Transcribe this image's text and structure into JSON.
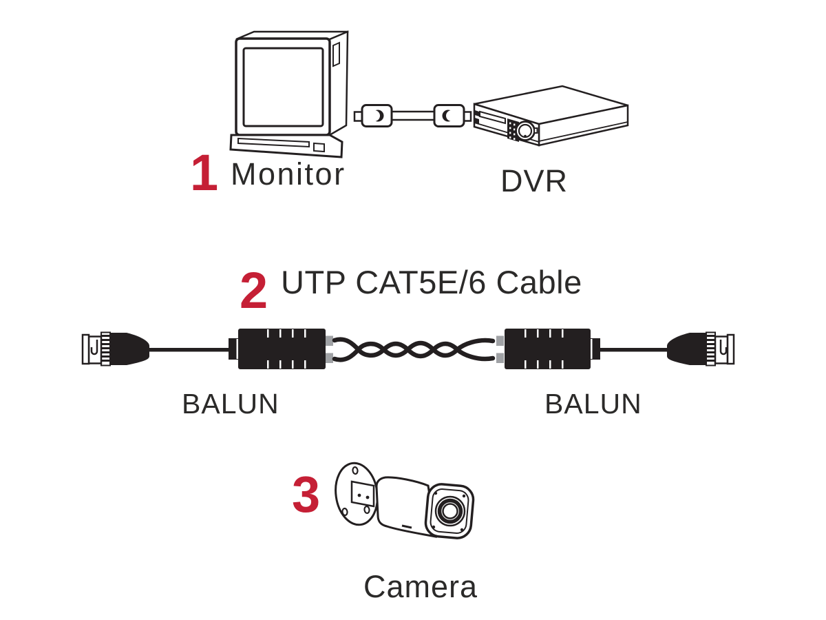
{
  "colors": {
    "accent": "#C51F35",
    "ink": "#231F20",
    "text": "#2B2A29",
    "terminal": "#A0A2A5",
    "background": "#FFFFFF"
  },
  "figure": {
    "step1": {
      "number": "1",
      "label": "Monitor"
    },
    "dvr": {
      "label": "DVR"
    },
    "step2": {
      "number": "2",
      "label": "UTP CAT5E/6 Cable"
    },
    "baluns": {
      "left": "BALUN",
      "right": "BALUN"
    },
    "step3": {
      "number": "3",
      "label": "Camera"
    }
  }
}
